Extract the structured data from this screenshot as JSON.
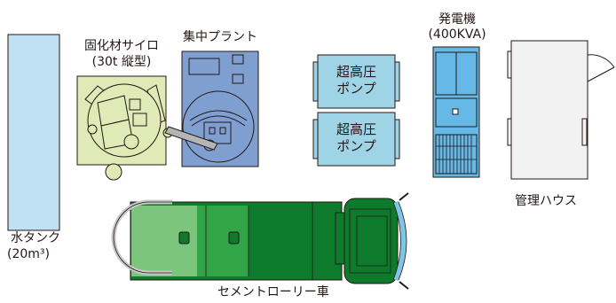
{
  "labels": {
    "water_tank": "水タンク",
    "water_tank_cap": "(20m³)",
    "silo": "固化材サイロ",
    "silo_spec": "(30t 縦型)",
    "plant": "集中プラント",
    "pump_1_line1": "超高圧",
    "pump_1_line2": "ポンプ",
    "pump_2_line1": "超高圧",
    "pump_2_line2": "ポンプ",
    "generator": "発電機",
    "generator_spec": "(400KVA)",
    "house": "管理ハウス",
    "truck": "セメントローリー車"
  },
  "colors": {
    "outline": "#231815",
    "tank": "#bfe1f3",
    "silo": "#dfeab6",
    "plant": "#7f9fd0",
    "pump": "#9fd3e6",
    "generator": "#66b8e6",
    "house": "#f2f2f2",
    "truck_dark": "#0d7a2c",
    "truck_mid": "#32a548",
    "truck_light": "#7cc57c",
    "windshield": "#7ec5e6"
  }
}
